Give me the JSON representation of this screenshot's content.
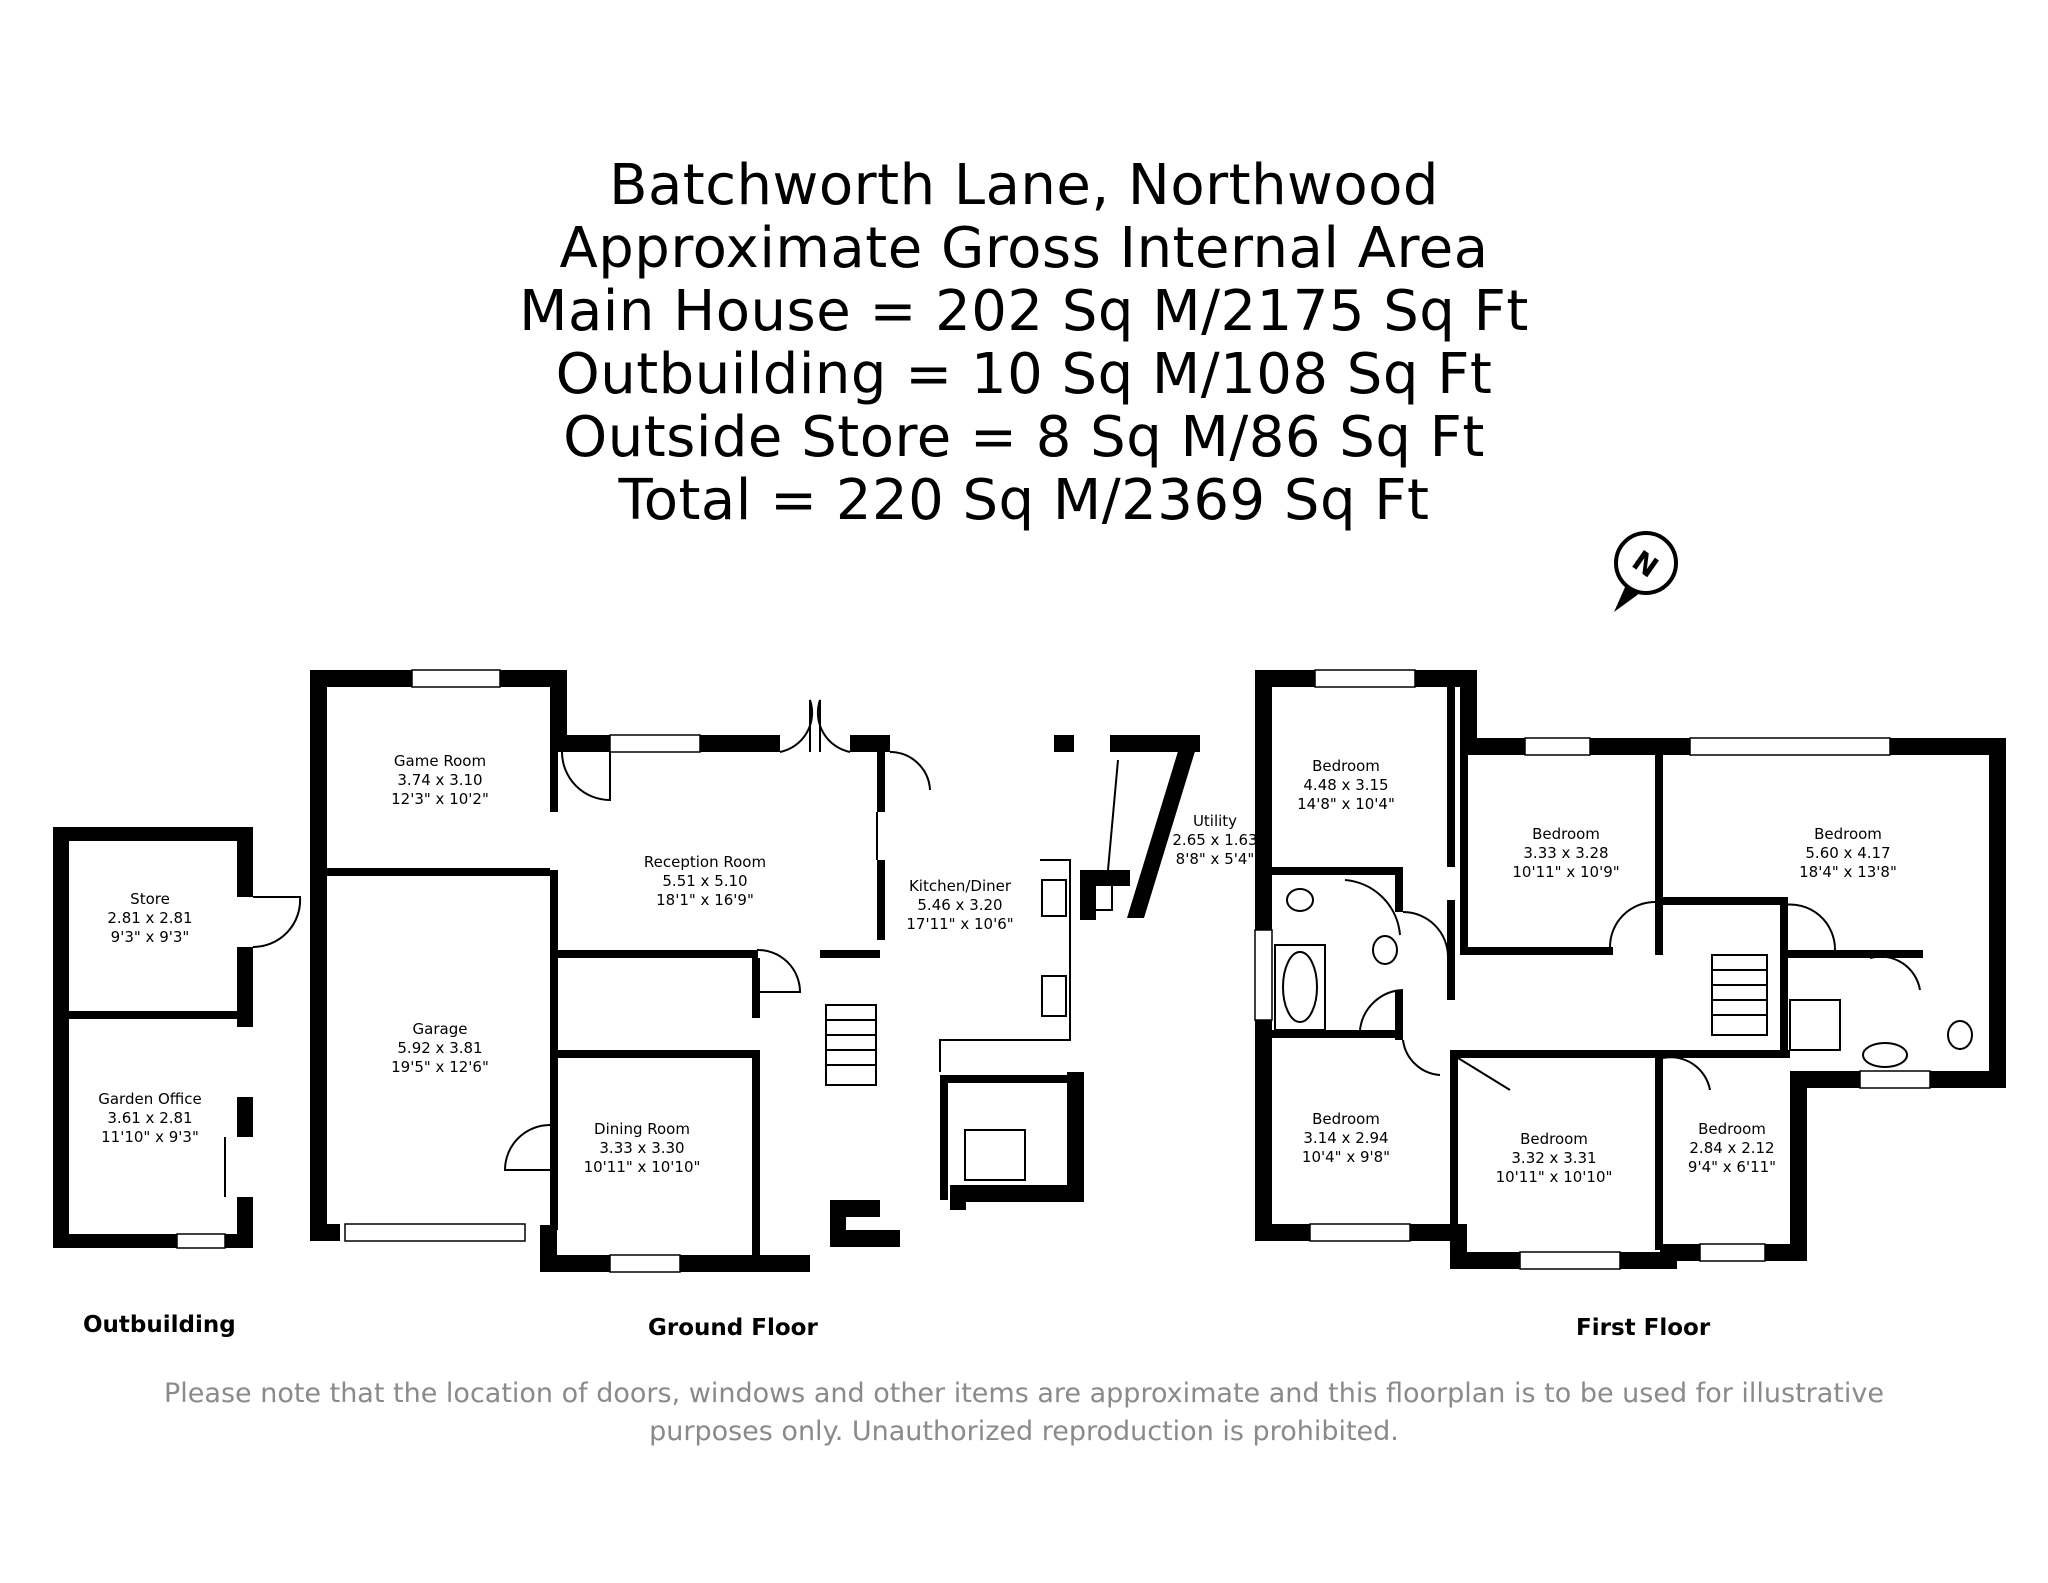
{
  "header": {
    "line1": "Batchworth Lane, Northwood",
    "line2": "Approximate Gross Internal Area",
    "line3": "Main House = 202 Sq M/2175 Sq Ft",
    "line4": "Outbuilding = 10 Sq M/108 Sq Ft",
    "line5": "Outside Store = 8 Sq M/86 Sq Ft",
    "line6": "Total = 220 Sq M/2369 Sq Ft"
  },
  "compass": {
    "label": "N",
    "icon": "north-arrow-icon"
  },
  "outbuilding": {
    "label": "Outbuilding",
    "rooms": [
      {
        "name": "Store",
        "metric": "2.81 x 2.81",
        "imperial": "9'3\" x 9'3\""
      },
      {
        "name": "Garden Office",
        "metric": "3.61 x 2.81",
        "imperial": "11'10\" x 9'3\""
      }
    ]
  },
  "ground_floor": {
    "label": "Ground Floor",
    "rooms": [
      {
        "name": "Game Room",
        "metric": "3.74 x 3.10",
        "imperial": "12'3\" x 10'2\""
      },
      {
        "name": "Garage",
        "metric": "5.92 x 3.81",
        "imperial": "19'5\" x 12'6\""
      },
      {
        "name": "Reception Room",
        "metric": "5.51 x 5.10",
        "imperial": "18'1\" x 16'9\""
      },
      {
        "name": "Dining Room",
        "metric": "3.33 x 3.30",
        "imperial": "10'11\" x 10'10\""
      },
      {
        "name": "Kitchen/Diner",
        "metric": "5.46 x 3.20",
        "imperial": "17'11\" x 10'6\""
      },
      {
        "name": "Utility",
        "metric": "2.65 x 1.63",
        "imperial": "8'8\" x 5'4\""
      }
    ]
  },
  "first_floor": {
    "label": "First Floor",
    "rooms": [
      {
        "name": "Bedroom",
        "metric": "4.48 x 3.15",
        "imperial": "14'8\" x 10'4\""
      },
      {
        "name": "Bedroom",
        "metric": "3.33 x 3.28",
        "imperial": "10'11\" x 10'9\""
      },
      {
        "name": "Bedroom",
        "metric": "5.60 x 4.17",
        "imperial": "18'4\" x 13'8\""
      },
      {
        "name": "Bedroom",
        "metric": "3.14 x 2.94",
        "imperial": "10'4\" x 9'8\""
      },
      {
        "name": "Bedroom",
        "metric": "3.32 x 3.31",
        "imperial": "10'11\" x 10'10\""
      },
      {
        "name": "Bedroom",
        "metric": "2.84 x 2.12",
        "imperial": "9'4\" x 6'11\""
      }
    ]
  },
  "disclaimer": {
    "line1": "Please note that the location of doors, windows and other items are approximate and this floorplan is to be used for illustrative",
    "line2": "purposes only. Unauthorized reproduction is prohibited."
  },
  "colors": {
    "walls": "#000000",
    "background": "#ffffff",
    "disclaimer": "#8a8a8a"
  }
}
